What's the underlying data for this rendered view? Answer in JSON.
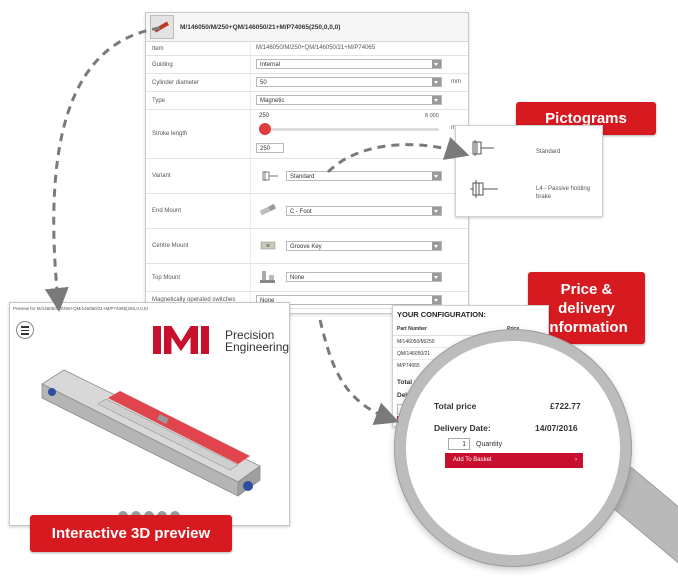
{
  "config": {
    "title": "M/146050/M/250+QM/146050/21+M/P74065(250,0,0,0)",
    "rows": [
      {
        "label": "Item",
        "value": "M/146050/M/250+QM/146050/21+M/P74065"
      },
      {
        "label": "Guiding",
        "value": "Internal"
      },
      {
        "label": "Cylinder diameter",
        "value": "50",
        "unit": "mm"
      },
      {
        "label": "Type",
        "value": "Magnetic"
      },
      {
        "label": "Stroke length",
        "slider_min": "250",
        "slider_max": "8 000",
        "input_value": "250",
        "unit": "mm"
      },
      {
        "label": "Variant",
        "value": "Standard"
      },
      {
        "label": "End Mount",
        "value": "C - Foot"
      },
      {
        "label": "Centre Mount",
        "value": "Groove Key"
      },
      {
        "label": "Top Mount",
        "value": "None"
      },
      {
        "label": "Magnetically operated switches",
        "value": "None"
      }
    ]
  },
  "callouts": {
    "pictograms": "Pictograms",
    "price_delivery": "Price & delivery information",
    "preview": "Interactive 3D preview"
  },
  "pictograms": {
    "items": [
      "Standard",
      "L4 - Passive holding brake"
    ]
  },
  "preview": {
    "title": "Preview for M/146050/M/250+QM/146050/21+M/P74065(250,0,0,0)",
    "logo": {
      "brand": "IMI",
      "line1": "Precision",
      "line2": "Engineering"
    }
  },
  "basket": {
    "title": "YOUR CONFIGURATION:",
    "col_part": "Part Number",
    "col_price": "Price",
    "parts": [
      "M/146050/M/250",
      "QM/146050/21",
      "M/P74065"
    ],
    "total_label": "Total price",
    "delivery_label": "Delivery Date:"
  },
  "lens": {
    "total_label": "Total price",
    "total_value": "£722.77",
    "delivery_label": "Delivery Date:",
    "delivery_value": "14/07/2016",
    "quantity": "1",
    "quantity_label": "Quantity",
    "add_label": "Add To Basket",
    "add_chevron": "›"
  },
  "colors": {
    "brand_red": "#d71920",
    "lens_grey": "#bcbcbc"
  }
}
